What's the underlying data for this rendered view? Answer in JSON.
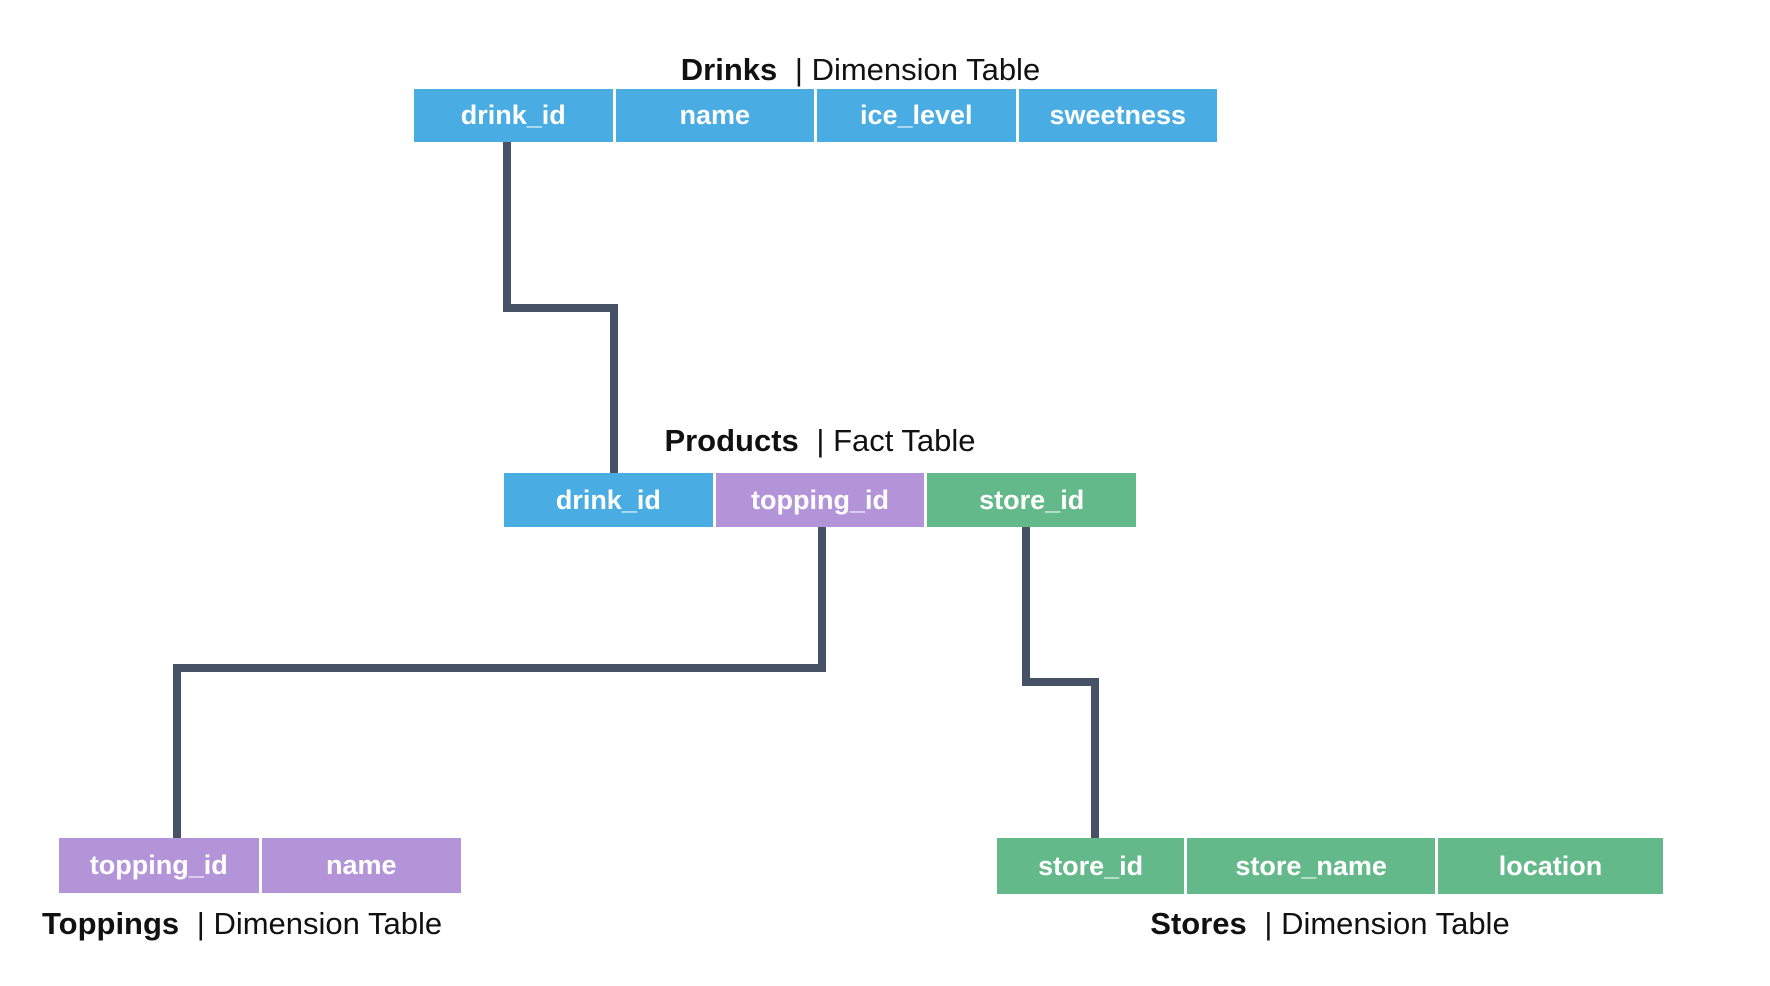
{
  "colors": {
    "dimension_drinks": "#49ACE2",
    "dimension_toppings": "#B494D8",
    "dimension_stores": "#64B98A",
    "connector": "#465266",
    "cell_text": "#FFFFFF",
    "title_text": "#111111"
  },
  "tables": {
    "drinks": {
      "name": "Drinks",
      "suffix": "| Dimension Table",
      "type": "Dimension Table",
      "columns": [
        {
          "label": "drink_id",
          "color": "dimension_drinks"
        },
        {
          "label": "name",
          "color": "dimension_drinks"
        },
        {
          "label": "ice_level",
          "color": "dimension_drinks"
        },
        {
          "label": "sweetness",
          "color": "dimension_drinks"
        }
      ]
    },
    "products": {
      "name": "Products",
      "suffix": "| Fact Table",
      "type": "Fact Table",
      "columns": [
        {
          "label": "drink_id",
          "color": "dimension_drinks"
        },
        {
          "label": "topping_id",
          "color": "dimension_toppings"
        },
        {
          "label": "store_id",
          "color": "dimension_stores"
        }
      ]
    },
    "toppings": {
      "name": "Toppings",
      "suffix": "| Dimension Table",
      "type": "Dimension Table",
      "columns": [
        {
          "label": "topping_id",
          "color": "dimension_toppings"
        },
        {
          "label": "name",
          "color": "dimension_toppings"
        }
      ]
    },
    "stores": {
      "name": "Stores",
      "suffix": "| Dimension Table",
      "type": "Dimension Table",
      "columns": [
        {
          "label": "store_id",
          "color": "dimension_stores"
        },
        {
          "label": "store_name",
          "color": "dimension_stores"
        },
        {
          "label": "location",
          "color": "dimension_stores"
        }
      ]
    }
  },
  "relationships": [
    {
      "from": "Drinks.drink_id",
      "to": "Products.drink_id"
    },
    {
      "from": "Products.topping_id",
      "to": "Toppings.topping_id"
    },
    {
      "from": "Products.store_id",
      "to": "Stores.store_id"
    }
  ]
}
